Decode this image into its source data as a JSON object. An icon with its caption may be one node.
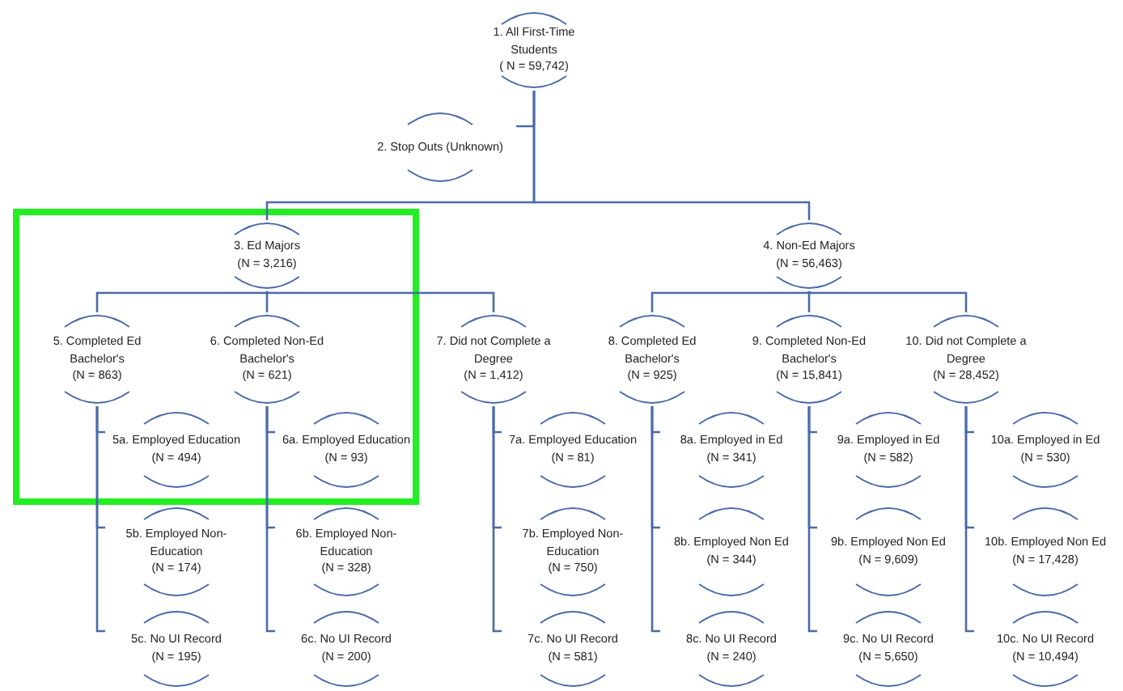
{
  "diagram": {
    "nodes": [
      {
        "text": [
          "1. All First-Time Students",
          "( N = 59,742)"
        ]
      },
      {
        "text": [
          "2. Stop Outs (Unknown)"
        ]
      },
      {
        "text": [
          "3. Ed Majors",
          "(N = 3,216)"
        ]
      },
      {
        "text": [
          "4. Non-Ed Majors",
          "(N = 56,463)"
        ]
      },
      {
        "text": [
          "5. Completed Ed Bachelor's",
          "(N = 863)"
        ]
      },
      {
        "text": [
          "6. Completed Non-Ed Bachelor's",
          "(N = 621)"
        ]
      },
      {
        "text": [
          "7. Did not Complete a Degree",
          "(N = 1,412)"
        ]
      },
      {
        "text": [
          "8. Completed Ed Bachelor's",
          "(N = 925)"
        ]
      },
      {
        "text": [
          "9. Completed Non-Ed Bachelor's",
          "(N = 15,841)"
        ]
      },
      {
        "text": [
          "10. Did not Complete a Degree",
          "(N = 28,452)"
        ]
      },
      {
        "text": [
          "5a. Employed Education",
          "(N = 494)"
        ]
      },
      {
        "text": [
          "6a. Employed Education",
          "(N = 93)"
        ]
      },
      {
        "text": [
          "7a. Employed Education",
          "(N = 81)"
        ]
      },
      {
        "text": [
          "8a. Employed in Ed",
          "(N = 341)"
        ]
      },
      {
        "text": [
          "9a. Employed in Ed",
          "(N = 582)"
        ]
      },
      {
        "text": [
          "10a. Employed in Ed",
          "(N = 530)"
        ]
      },
      {
        "text": [
          "5b. Employed Non-Education",
          "(N = 174)"
        ]
      },
      {
        "text": [
          "6b. Employed Non-Education",
          "(N = 328)"
        ]
      },
      {
        "text": [
          "7b. Employed Non-Education",
          "(N = 750)"
        ]
      },
      {
        "text": [
          "8b. Employed Non Ed",
          "(N = 344)"
        ]
      },
      {
        "text": [
          "9b. Employed Non Ed",
          "(N = 9,609)"
        ]
      },
      {
        "text": [
          "10b. Employed Non Ed",
          "(N = 17,428)"
        ]
      },
      {
        "text": [
          "5c. No UI Record",
          "(N = 195)"
        ]
      },
      {
        "text": [
          "6c. No UI Record",
          "(N = 200)"
        ]
      },
      {
        "text": [
          "7c. No UI Record",
          "(N = 581)"
        ]
      },
      {
        "text": [
          "8c. No UI Record",
          "(N = 240)"
        ]
      },
      {
        "text": [
          "9c. No UI Record",
          "(N = 5,650)"
        ]
      },
      {
        "text": [
          "10c. No UI Record",
          "(N = 10,494)"
        ]
      }
    ],
    "edges": [
      {
        "from": 0,
        "to": 1,
        "arrow": "none"
      },
      {
        "from": 0,
        "to": 2,
        "arrow": "none"
      },
      {
        "from": 0,
        "to": 3,
        "arrow": "none"
      },
      {
        "from": 2,
        "to": 4,
        "arrow": "none"
      },
      {
        "from": 2,
        "to": 5,
        "arrow": "none"
      },
      {
        "from": 2,
        "to": 6,
        "arrow": "none"
      },
      {
        "from": 3,
        "to": 7,
        "arrow": "none"
      },
      {
        "from": 3,
        "to": 8,
        "arrow": "none"
      },
      {
        "from": 3,
        "to": 9,
        "arrow": "none"
      },
      {
        "from": 4,
        "to": 10,
        "arrow": "none"
      },
      {
        "from": 4,
        "to": 16,
        "arrow": "none"
      },
      {
        "from": 4,
        "to": 22,
        "arrow": "none"
      },
      {
        "from": 5,
        "to": 11,
        "arrow": "none"
      },
      {
        "from": 5,
        "to": 17,
        "arrow": "none"
      },
      {
        "from": 5,
        "to": 23,
        "arrow": "none"
      },
      {
        "from": 6,
        "to": 12,
        "arrow": "none"
      },
      {
        "from": 6,
        "to": 18,
        "arrow": "none"
      },
      {
        "from": 6,
        "to": 24,
        "arrow": "none"
      },
      {
        "from": 7,
        "to": 13,
        "arrow": "none"
      },
      {
        "from": 7,
        "to": 19,
        "arrow": "none"
      },
      {
        "from": 7,
        "to": 25,
        "arrow": "none"
      },
      {
        "from": 8,
        "to": 14,
        "arrow": "none"
      },
      {
        "from": 8,
        "to": 20,
        "arrow": "none"
      },
      {
        "from": 8,
        "to": 26,
        "arrow": "none"
      },
      {
        "from": 9,
        "to": 15,
        "arrow": "none"
      },
      {
        "from": 9,
        "to": 21,
        "arrow": "none"
      },
      {
        "from": 9,
        "to": 27,
        "arrow": "none"
      }
    ]
  }
}
